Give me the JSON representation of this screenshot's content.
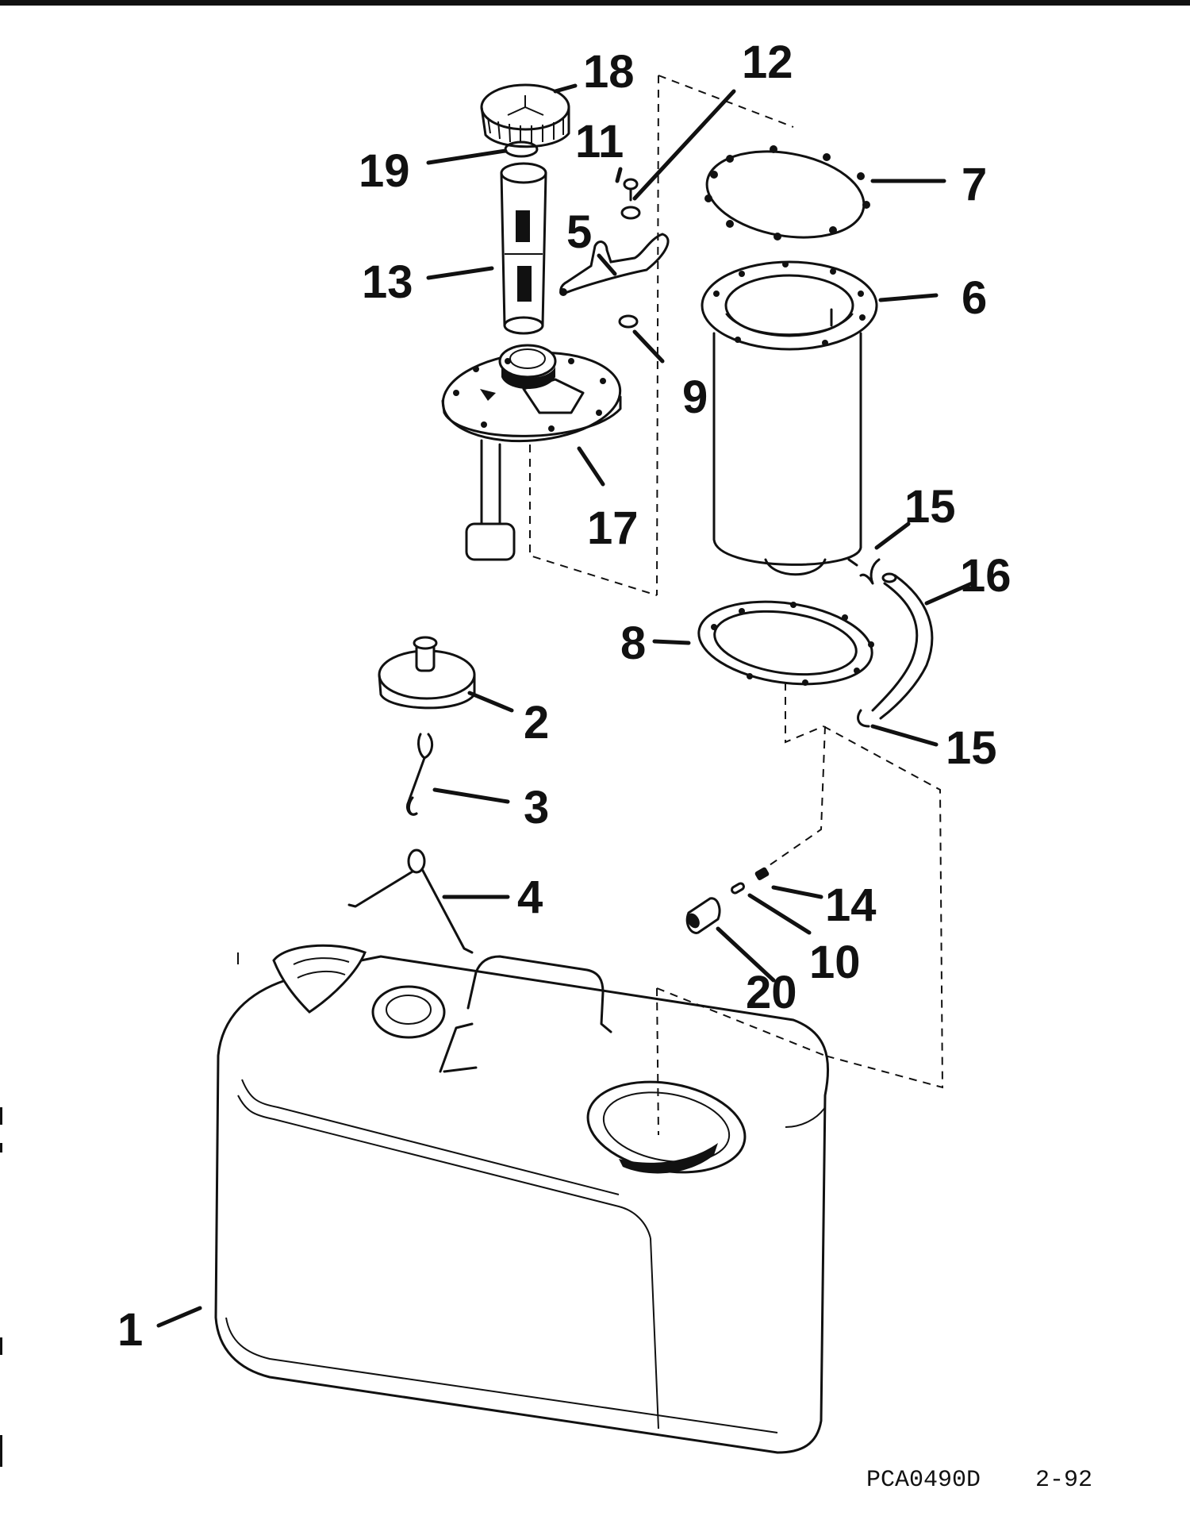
{
  "callouts": {
    "c1": "1",
    "c2": "2",
    "c3": "3",
    "c4": "4",
    "c5": "5",
    "c6": "6",
    "c7": "7",
    "c8": "8",
    "c9": "9",
    "c10": "10",
    "c11": "11",
    "c12": "12",
    "c13": "13",
    "c14": "14",
    "c15a": "15",
    "c15b": "15",
    "c16": "16",
    "c17": "17",
    "c18": "18",
    "c19": "19",
    "c20": "20"
  },
  "caption": {
    "code": "PCA0490D",
    "date": "2-92"
  }
}
